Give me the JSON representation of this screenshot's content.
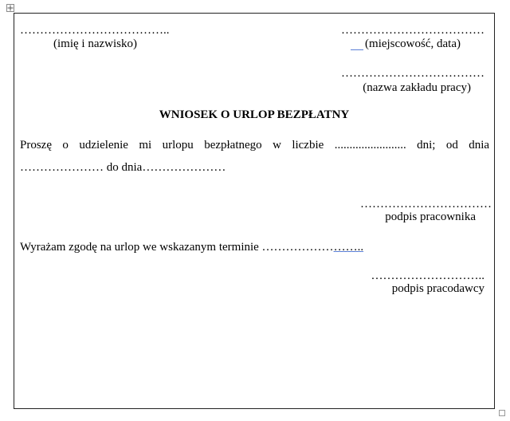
{
  "header": {
    "name_dots": "………………………………..",
    "name_label": "(imię i nazwisko)",
    "place_dots": "………………………………",
    "place_label": "(miejscowość, data)",
    "workplace_dots": "………………………………",
    "workplace_label": "(nazwa zakładu pracy)"
  },
  "title": "WNIOSEK O URLOP BEZPŁATNY",
  "request": {
    "line1_parts": [
      "Proszę",
      "o",
      "udzielenie",
      "mi",
      "urlopu",
      "bezpłatnego",
      "w",
      "liczbie",
      "........................",
      "dni;",
      "od",
      "dnia"
    ],
    "line2": "………………… do dnia…………………"
  },
  "employee_sign": {
    "dots": "……………………………",
    "label": "podpis pracownika"
  },
  "consent": {
    "text": "Wyrażam zgodę na urlop we wskazanym terminie ………………",
    "tail": "…….."
  },
  "employer_sign": {
    "dots": "………………………..",
    "label": "podpis pracodawcy"
  }
}
